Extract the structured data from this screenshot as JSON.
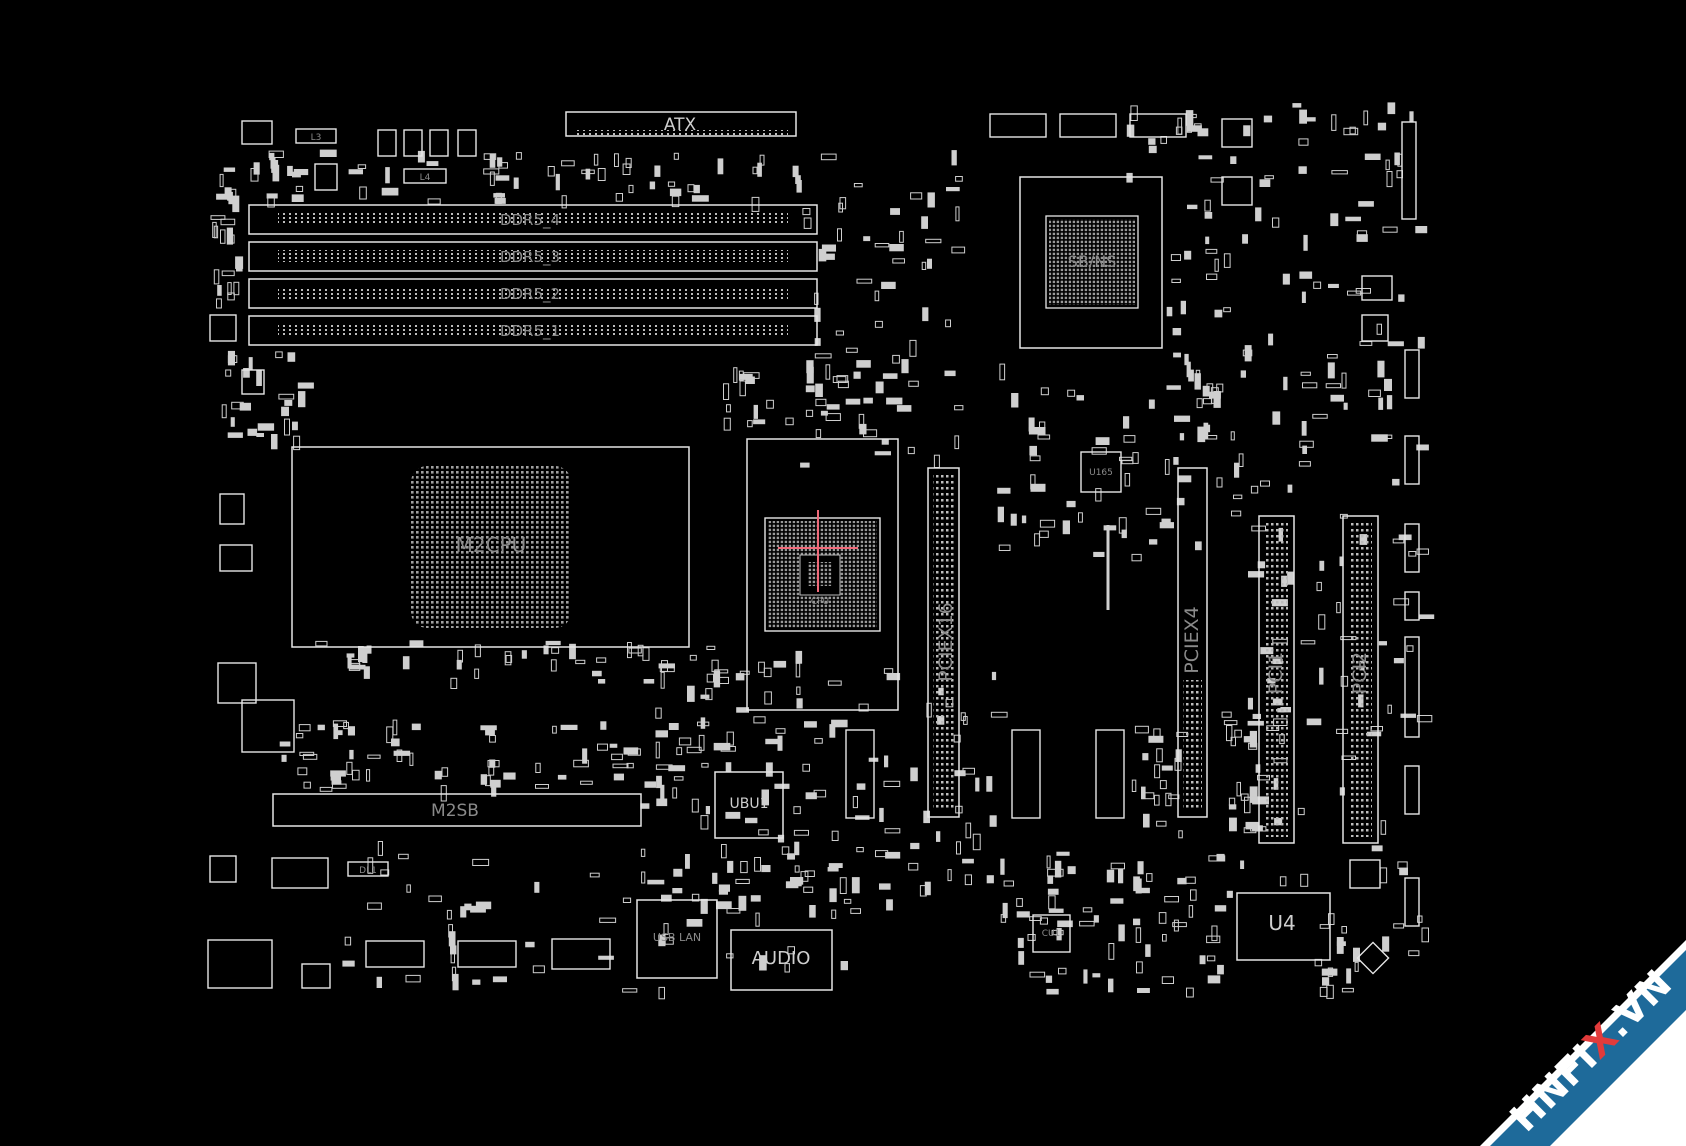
{
  "board": {
    "background": "#000000",
    "outline_color": "#e6e6e6",
    "pad_color": "#bdbdbd",
    "accent_color": "#f06a7a",
    "labels": {
      "atx": "ATX",
      "ddr5_4": "DDR5_4",
      "ddr5_3": "DDR5_3",
      "ddr5_2": "DDR5_2",
      "ddr5_1": "DDR5_1",
      "m2cpu": "M2CPU",
      "sb_chip": "SB/NS",
      "cpu": "CPU",
      "pciex16": "PCIEX16",
      "pciex4": "PCIEX4",
      "pci1": "PCI1",
      "pci2": "PCI2",
      "ubu1": "UBU1",
      "usb_lan": "USB LAN",
      "audio": "AUDIO",
      "u4": "U4",
      "u165": "U165",
      "m2sb": "M2SB",
      "l3": "L3",
      "l4": "L4",
      "cu1": "CU1",
      "dl1": "DL1"
    }
  },
  "watermark": {
    "text_part1": "HNFI",
    "text_x": "X",
    "text_part2": ".VN",
    "band_color": "#1e6a9a",
    "x_color": "#e23b3b"
  }
}
